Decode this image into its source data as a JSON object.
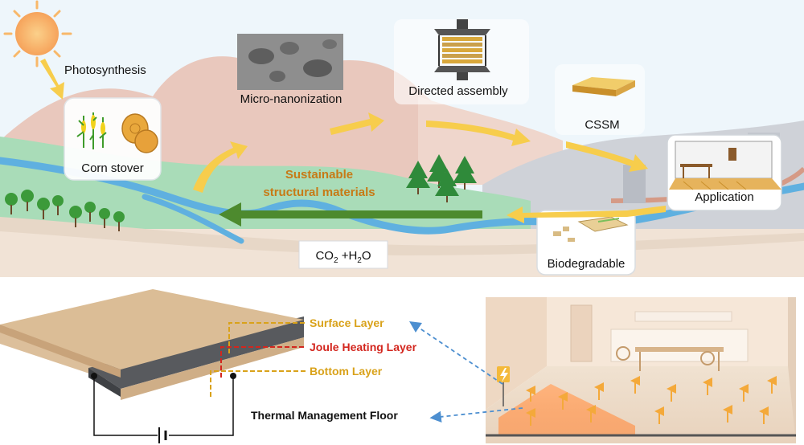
{
  "top": {
    "photosynthesis": "Photosynthesis",
    "corn_stover": "Corn stover",
    "micro_nanonization": "Micro-nanonization",
    "directed_assembly": "Directed assembly",
    "cssm": "CSSM",
    "application": "Application",
    "biodegradable": "Biodegradable",
    "sustainable_line1": "Sustainable",
    "sustainable_line2": "structural materials",
    "co2_main": "CO",
    "co2_sub": "2",
    "plus_h": " +H",
    "h2o_sub": "2",
    "o_tail": "O"
  },
  "bottom": {
    "surface_layer": "Surface Layer",
    "joule_layer": "Joule Heating Layer",
    "bottom_layer": "Bottom Layer",
    "floor_title": "Thermal Management Floor"
  },
  "colors": {
    "sky": "#eef6fb",
    "green_land": "#a9dcb8",
    "river": "#5fb0e0",
    "yellow_arrow": "#f7cd4c",
    "green_arrow": "#4d8a2e",
    "sustainable_text": "#c77a16",
    "surface_text": "#d9a21a",
    "joule_text": "#d3261e",
    "bottom_text": "#d9a21a",
    "dash_blue": "#4d8fd0"
  }
}
